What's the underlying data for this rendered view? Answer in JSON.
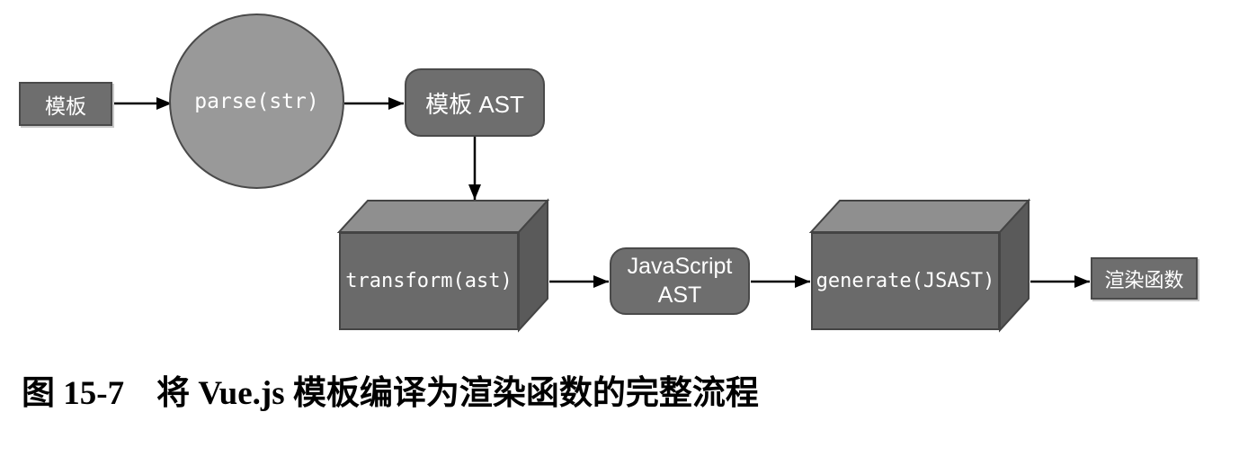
{
  "caption": {
    "label": "图 15-7",
    "text": "将 Vue.js 模板编译为渲染函数的完整流程"
  },
  "nodes": {
    "template": {
      "label": "模板"
    },
    "parse": {
      "label": "parse(str)"
    },
    "template_ast": {
      "label": "模板 AST"
    },
    "transform": {
      "label": "transform(ast)"
    },
    "js_ast": {
      "line1": "JavaScript",
      "line2": "AST"
    },
    "generate": {
      "label": "generate(JSAST)"
    },
    "render_fn": {
      "label": "渲染函数"
    }
  },
  "colors": {
    "node_fill": "#6e6e6e",
    "node_border": "#4a4a4a",
    "circle_fill": "#999999",
    "cuboid_front": "#6a6a6a",
    "cuboid_top": "#8f8f8f",
    "cuboid_side": "#5a5a5a",
    "arrow": "#000000",
    "node_text": "#ffffff",
    "caption_text": "#000000",
    "page_bg": "#ffffff"
  }
}
